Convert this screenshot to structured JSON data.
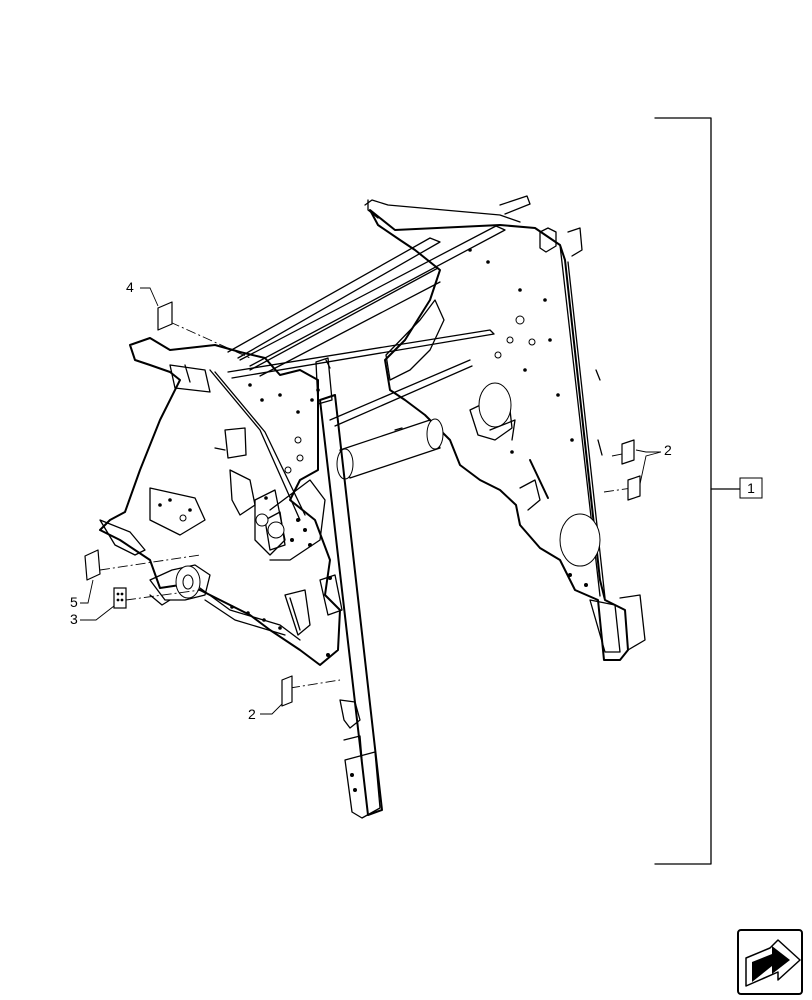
{
  "diagram": {
    "assembly_box_label": "1",
    "callouts": [
      {
        "id": "callout-4",
        "label": "4"
      },
      {
        "id": "callout-2-right",
        "label": "2"
      },
      {
        "id": "callout-5",
        "label": "5"
      },
      {
        "id": "callout-3",
        "label": "3"
      },
      {
        "id": "callout-2-lower",
        "label": "2"
      }
    ],
    "nav_icon": "next-page-arrow-icon"
  }
}
